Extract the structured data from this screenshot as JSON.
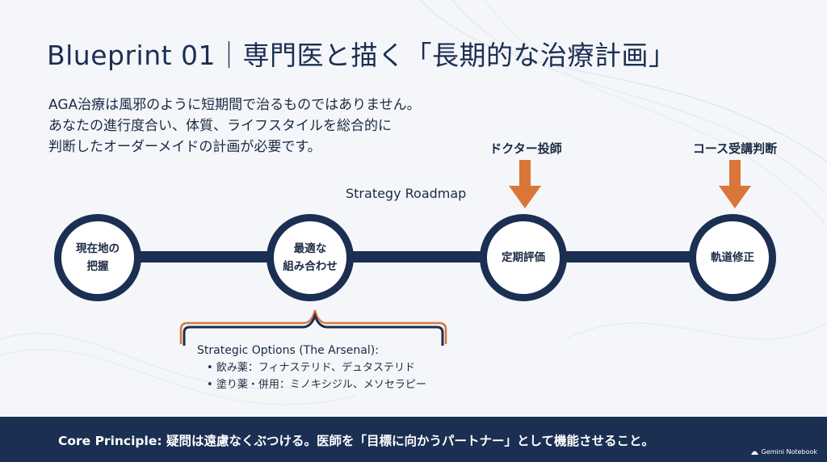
{
  "title": "Blueprint 01｜専門医と描く「長期的な治療計画」",
  "intro": {
    "lines": [
      "AGA治療は風邪のように短期間で治るものではありません。",
      "あなたの進行度合い、体質、ライフスタイルを総合的に",
      "判断したオーダーメイドの計画が必要です。"
    ]
  },
  "roadmap_label": "Strategy Roadmap",
  "nodes": [
    {
      "line1": "現在地の",
      "line2": "把握"
    },
    {
      "line1": "最適な",
      "line2": "組み合わせ"
    },
    {
      "line1": "定期評価",
      "line2": ""
    },
    {
      "line1": "軌道修正",
      "line2": ""
    }
  ],
  "callouts": {
    "doctor": "ドクター投師",
    "course": "コース受講判断"
  },
  "options": {
    "heading": "Strategic Options (The Arsenal):",
    "items": [
      "飲み薬：フィナステリド、デュタステリド",
      "塗り薬・併用：ミノキシジル、メソセラピー"
    ]
  },
  "footer": "Core Principle: 疑問は遠慮なくぶつける。医師を「目標に向かうパートナー」として機能させること。",
  "watermark": "Gemini Notebook",
  "colors": {
    "navy": "#1b2f52",
    "accent": "#d9773a",
    "background": "#f4f6f9"
  }
}
